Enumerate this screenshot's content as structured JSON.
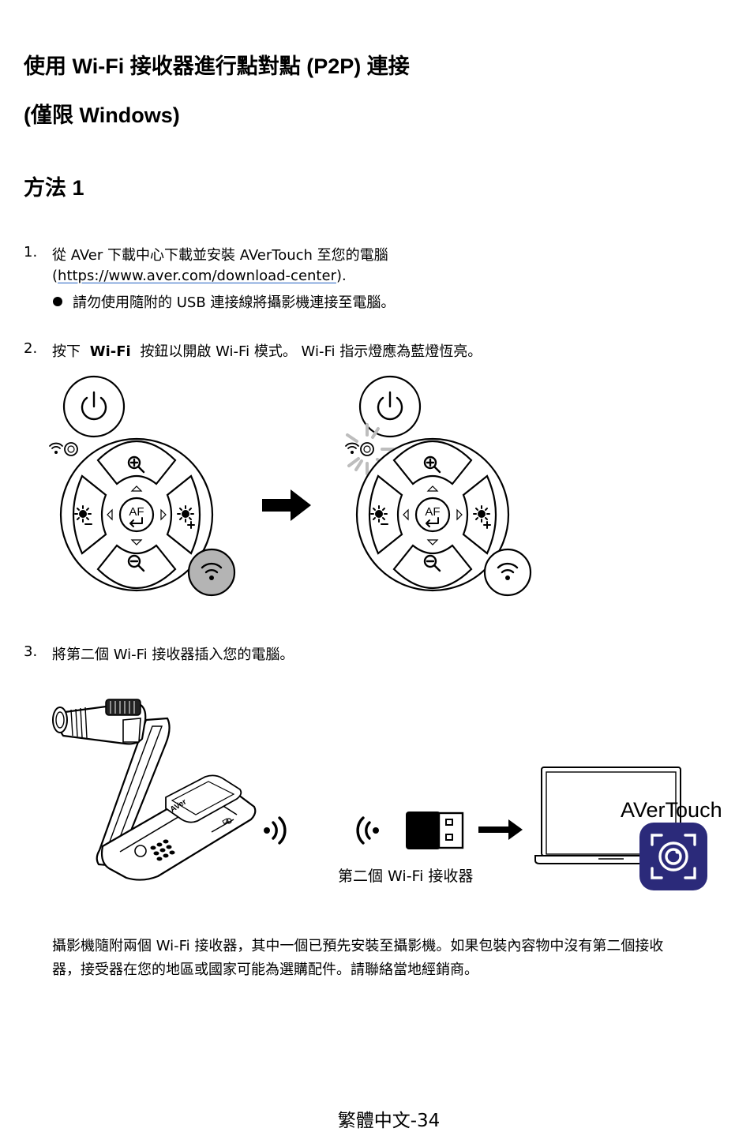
{
  "title_line1": "使用 Wi-Fi 接收器進行點對點 (P2P) 連接",
  "title_line2": "(僅限 Windows)",
  "method_heading": "方法 1",
  "step1": {
    "number": "1.",
    "text": "從 AVer 下載中心下載並安裝 AVerTouch 至您的電腦",
    "link_open": "(",
    "link": "https://www.aver.com/download-center",
    "link_close": ").",
    "bullet": "請勿使用隨附的 USB 連接線將攝影機連接至電腦。"
  },
  "step2": {
    "number": "2.",
    "text_a": "按下",
    "text_bold": "Wi-Fi",
    "text_b": "按鈕以開啟 Wi-Fi 模式。 Wi-Fi 指示燈應為藍燈恆亮。"
  },
  "keypad": {
    "af_label": "AF",
    "highlight_color": "#b4b4b4"
  },
  "step3": {
    "number": "3.",
    "text": "將第二個 Wi-Fi 接收器插入您的電腦。"
  },
  "diagram3": {
    "camera_brand": "AVer",
    "receiver_caption": "第二個 Wi-Fi 接收器",
    "app_name": "AVerTouch",
    "app_icon_color": "#2b2a7a"
  },
  "note": {
    "line1": "攝影機隨附兩個 Wi-Fi 接收器，其中一個已預先安裝至攝影機。如果包裝內容物中沒有第二個接收",
    "line2": "器，接受器在您的地區或國家可能為選購配件。請聯絡當地經銷商。"
  },
  "footer": "繁體中文-34"
}
